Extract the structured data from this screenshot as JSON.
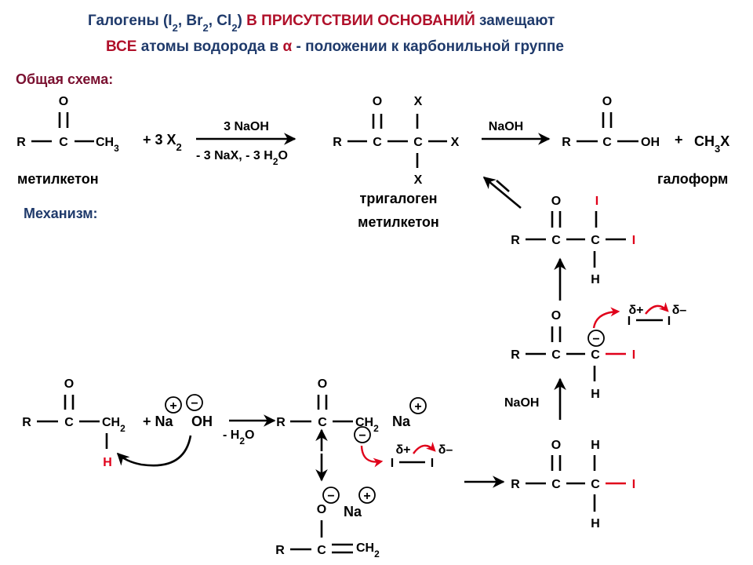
{
  "title": {
    "l1_a": "Галогены (I",
    "l1_sub1": "2",
    "l1_b": ", Br",
    "l1_sub2": "2",
    "l1_c": ", Cl",
    "l1_sub3": "2",
    "l1_d": ")",
    "l1_red": "В ПРИСУТСТВИИ ОСНОВАНИЙ",
    "l1_e": "замещают",
    "l2_red": "ВСЕ",
    "l2_a": "атомы водорода в",
    "l2_alpha": "α",
    "l2_b": "- положении к карбонильной группе"
  },
  "sections": {
    "general": "Общая схема:",
    "mechanism": "Механизм:"
  },
  "labels": {
    "methylketone": "метилкетон",
    "trihalo_1": "тригалоген",
    "trihalo_2": "метилкетон",
    "haloform": "галоформ"
  },
  "atoms": {
    "R": "R",
    "C": "C",
    "O": "O",
    "X": "X",
    "H": "H",
    "I": "I",
    "CH3": "CH",
    "sub3": "3",
    "CH2": "CH",
    "sub2": "2",
    "OH": "OH",
    "Na": "Na",
    "NaOH": "NaOH"
  },
  "reagents": {
    "plus_3x2": "+ 3 X",
    "sub2": "2",
    "naoh3": "3 NaOH",
    "minus_nax": "- 3 NaX, - 3 H",
    "minus_nax_sub": "2",
    "minus_nax_o": "O",
    "naoh": "NaOH",
    "plus": "+",
    "ch3x": "CH",
    "ch3x_sub": "3",
    "ch3x_x": "X",
    "plus_na": "+ Na",
    "minus_h2o_a": "- H",
    "minus_h2o_sub": "2",
    "minus_h2o_o": "O",
    "naoh_mech": "NaOH"
  },
  "charges": {
    "plus": "+",
    "minus": "−",
    "delta_plus": "δ+",
    "delta_minus": "δ–"
  }
}
